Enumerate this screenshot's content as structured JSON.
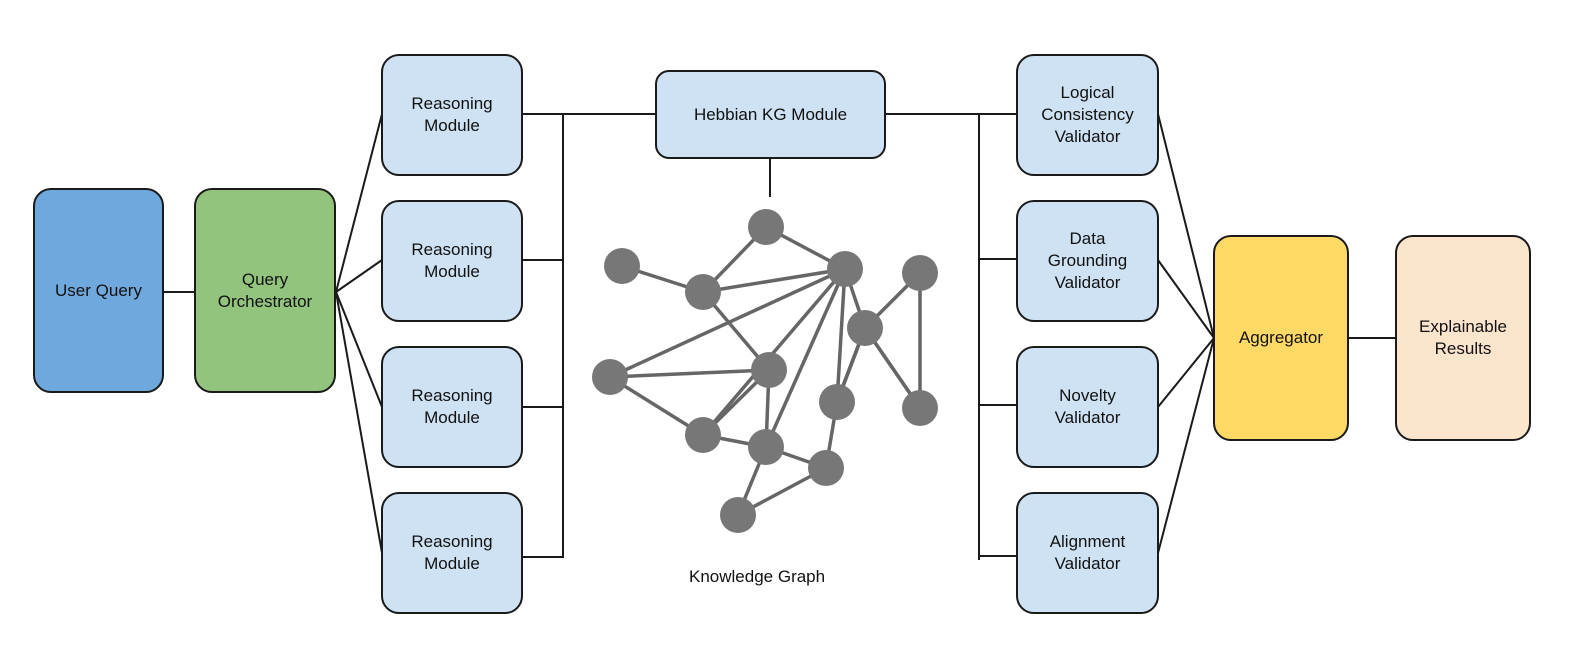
{
  "colors": {
    "user": "#6fa8dc",
    "orchestrator": "#93c47d",
    "module": "#cfe2f3",
    "aggregator": "#ffd966",
    "results": "#fce5cd",
    "graph_node": "#777777",
    "graph_edge": "#666666",
    "line": "#1a1a1a"
  },
  "boxes": {
    "user_query": "User Query",
    "query_orchestrator": "Query\nOrchestrator",
    "reasoning_modules": [
      "Reasoning\nModule",
      "Reasoning\nModule",
      "Reasoning\nModule",
      "Reasoning\nModule"
    ],
    "hebbian": "Hebbian KG Module",
    "validators": [
      "Logical\nConsistency\nValidator",
      "Data\nGrounding\nValidator",
      "Novelty\nValidator",
      "Alignment\nValidator"
    ],
    "aggregator": "Aggregator",
    "results": "Explainable\nResults"
  },
  "graph": {
    "label": "Knowledge Graph",
    "nodes": [
      "n1",
      "n2",
      "n3",
      "n4",
      "n5",
      "n6",
      "n7",
      "n8",
      "n9",
      "n10",
      "n11",
      "n12",
      "n13",
      "n14",
      "n15",
      "n16"
    ],
    "edges": [
      [
        "n2",
        "n1"
      ],
      [
        "n2",
        "n4"
      ],
      [
        "n2",
        "n5"
      ],
      [
        "n2",
        "n9"
      ],
      [
        "n3",
        "n6"
      ],
      [
        "n3",
        "n4"
      ],
      [
        "n3",
        "n9"
      ],
      [
        "n4",
        "n6"
      ],
      [
        "n4",
        "n7"
      ],
      [
        "n6",
        "n7"
      ],
      [
        "n7",
        "n8"
      ],
      [
        "n9",
        "n5"
      ],
      [
        "n9",
        "n6"
      ],
      [
        "n9",
        "n11"
      ],
      [
        "n9",
        "n12"
      ],
      [
        "n9",
        "n7"
      ],
      [
        "n8",
        "n10"
      ],
      [
        "n7",
        "n10"
      ],
      [
        "n10",
        "n11"
      ],
      [
        "n11",
        "n16"
      ],
      [
        "n11",
        "n15"
      ],
      [
        "n12",
        "n15"
      ],
      [
        "n12",
        "n16"
      ],
      [
        "n13",
        "n14"
      ],
      [
        "n14",
        "n15"
      ],
      [
        "n15",
        "n16"
      ],
      [
        "n12",
        "n14"
      ],
      [
        "n13",
        "n12"
      ]
    ]
  }
}
